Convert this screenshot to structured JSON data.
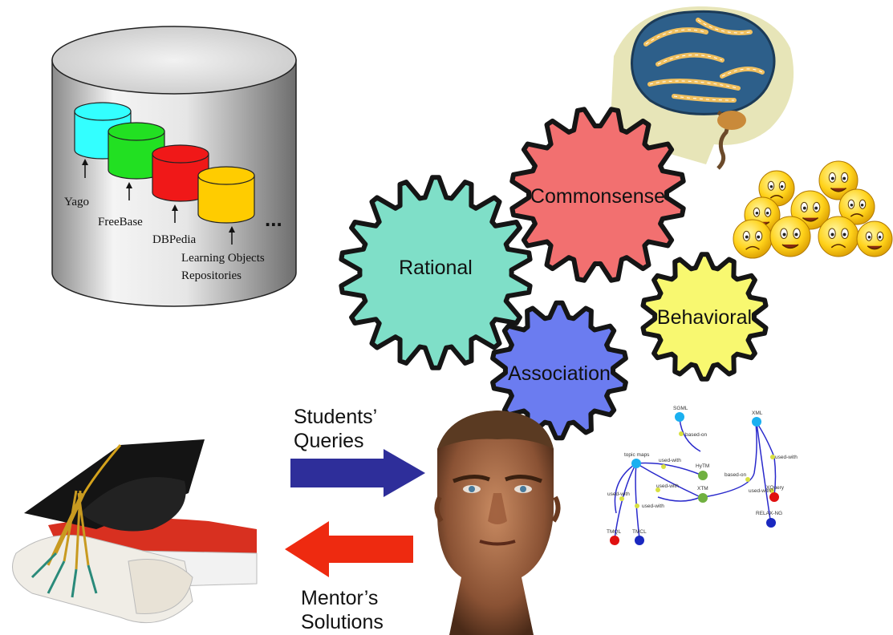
{
  "sources": {
    "ellipsis": "...",
    "items": [
      {
        "label": "Yago",
        "color": "#33ffff"
      },
      {
        "label": "FreeBase",
        "color": "#22e022"
      },
      {
        "label": "DBPedia",
        "color": "#f01818"
      },
      {
        "label": "Learning Objects",
        "label2": "Repositories",
        "color": "#ffcc00"
      }
    ]
  },
  "gears": [
    {
      "label": "Commonsense",
      "color": "#f27070"
    },
    {
      "label": "Rational",
      "color": "#7fdfc8"
    },
    {
      "label": "Behavioral",
      "color": "#f8f870"
    },
    {
      "label": "Association",
      "color": "#6b7cf0"
    }
  ],
  "arrows": {
    "queries": {
      "line1": "Students’",
      "line2": "Queries",
      "color": "#2e2e9a"
    },
    "solutions": {
      "line1": "Mentor’s",
      "line2": "Solutions",
      "color": "#ee2a10"
    }
  },
  "topic_graph": {
    "nodes": {
      "sgml": "SGML",
      "xml": "XML",
      "topic_maps": "topic maps",
      "hytm": "HyTM",
      "xtm": "XTM",
      "xquery": "XQuery",
      "relaxng": "RELAX-NG",
      "tmql": "TMQL",
      "tmcl": "TMCL"
    },
    "edges": {
      "based_on_1": "based-on",
      "based_on_2": "based-on",
      "used_with": "used-with"
    }
  }
}
